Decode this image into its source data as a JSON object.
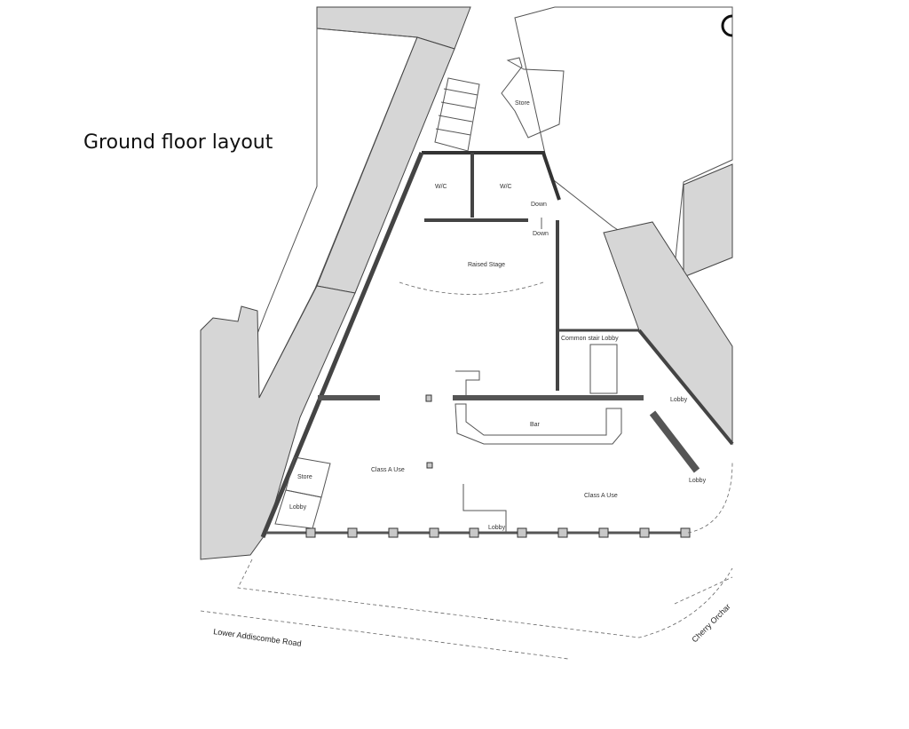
{
  "title": "Ground floor layout",
  "rooms": {
    "wc_left": "W/C",
    "wc_right": "W/C",
    "raised_stage": "Raised Stage",
    "common_stair_lobby": "Common stair Lobby",
    "lobby_right_upper": "Lobby",
    "bar": "Bar",
    "class_a_use_left": "Class A Use",
    "class_a_use_right": "Class A Use",
    "store_left": "Store",
    "store_top": "Store",
    "lobby_left": "Lobby",
    "lobby_bottom": "Lobby",
    "lobby_right_corner": "Lobby",
    "down_upper": "Down",
    "down_lower": "Down"
  },
  "roads": {
    "lower_addiscombe": "Lower Addiscombe Road",
    "cherry_orchard": "Cherry Orchar"
  }
}
